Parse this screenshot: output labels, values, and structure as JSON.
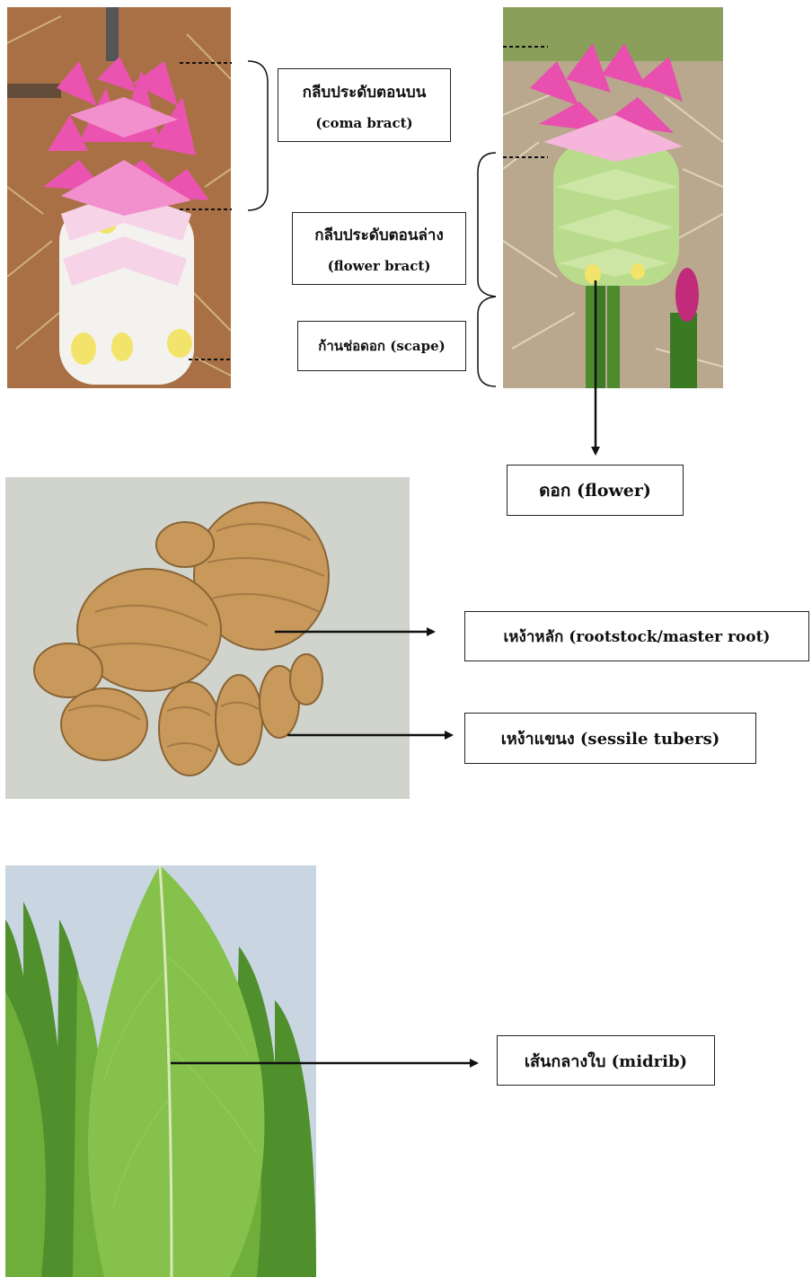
{
  "labels": {
    "coma_bract": {
      "thai": "กลีบประดับตอนบน",
      "english": "(coma bract)"
    },
    "flower_bract": {
      "thai": "กลีบประดับตอนล่าง",
      "english": "(flower bract)"
    },
    "scape": {
      "text": "ก้านช่อดอก (scape)"
    },
    "flower": {
      "text": "ดอก (flower)"
    },
    "rootstock": {
      "text": "เหง้าหลัก (rootstock/master root)"
    },
    "sessile_tubers": {
      "text": "เหง้าแขนง (sessile tubers)"
    },
    "midrib": {
      "text": "เส้นกลางใบ (midrib)"
    }
  },
  "colors": {
    "bract_pink": "#e94fae",
    "bract_light_pink": "#f6b6dc",
    "bract_green": "#b6d98a",
    "leaf_green": "#6fae3a",
    "rhizome_tan": "#c8995a",
    "soil_red": "#a65a32",
    "arrow": "#111111"
  }
}
